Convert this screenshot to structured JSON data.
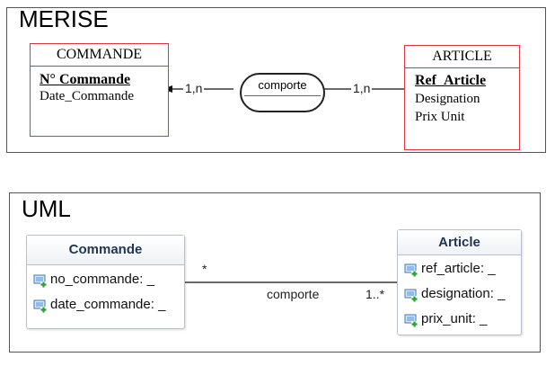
{
  "merise": {
    "title": "MERISE",
    "entity_left": {
      "name": "COMMANDE",
      "key": "N° Commande",
      "attributes": [
        "Date_Commande"
      ]
    },
    "entity_right": {
      "name": "ARTICLE",
      "key": "Ref_Article",
      "attributes": [
        "Designation",
        "Prix Unit"
      ]
    },
    "association": {
      "name": "comporte",
      "card_left": "1,n",
      "card_right": "1,n"
    }
  },
  "uml": {
    "title": "UML",
    "class_left": {
      "name": "Commande",
      "attributes": [
        "no_commande: _",
        "date_commande: _"
      ]
    },
    "class_right": {
      "name": "Article",
      "attributes": [
        "ref_article: _",
        "designation: _",
        "prix_unit: _"
      ]
    },
    "association": {
      "name": "comporte",
      "mult_left": "*",
      "mult_right": "1..*"
    }
  },
  "colors": {
    "merise_border": "#d9363e",
    "uml_header_text": "#1f3550",
    "attribute_icon": "attribute-icon"
  }
}
